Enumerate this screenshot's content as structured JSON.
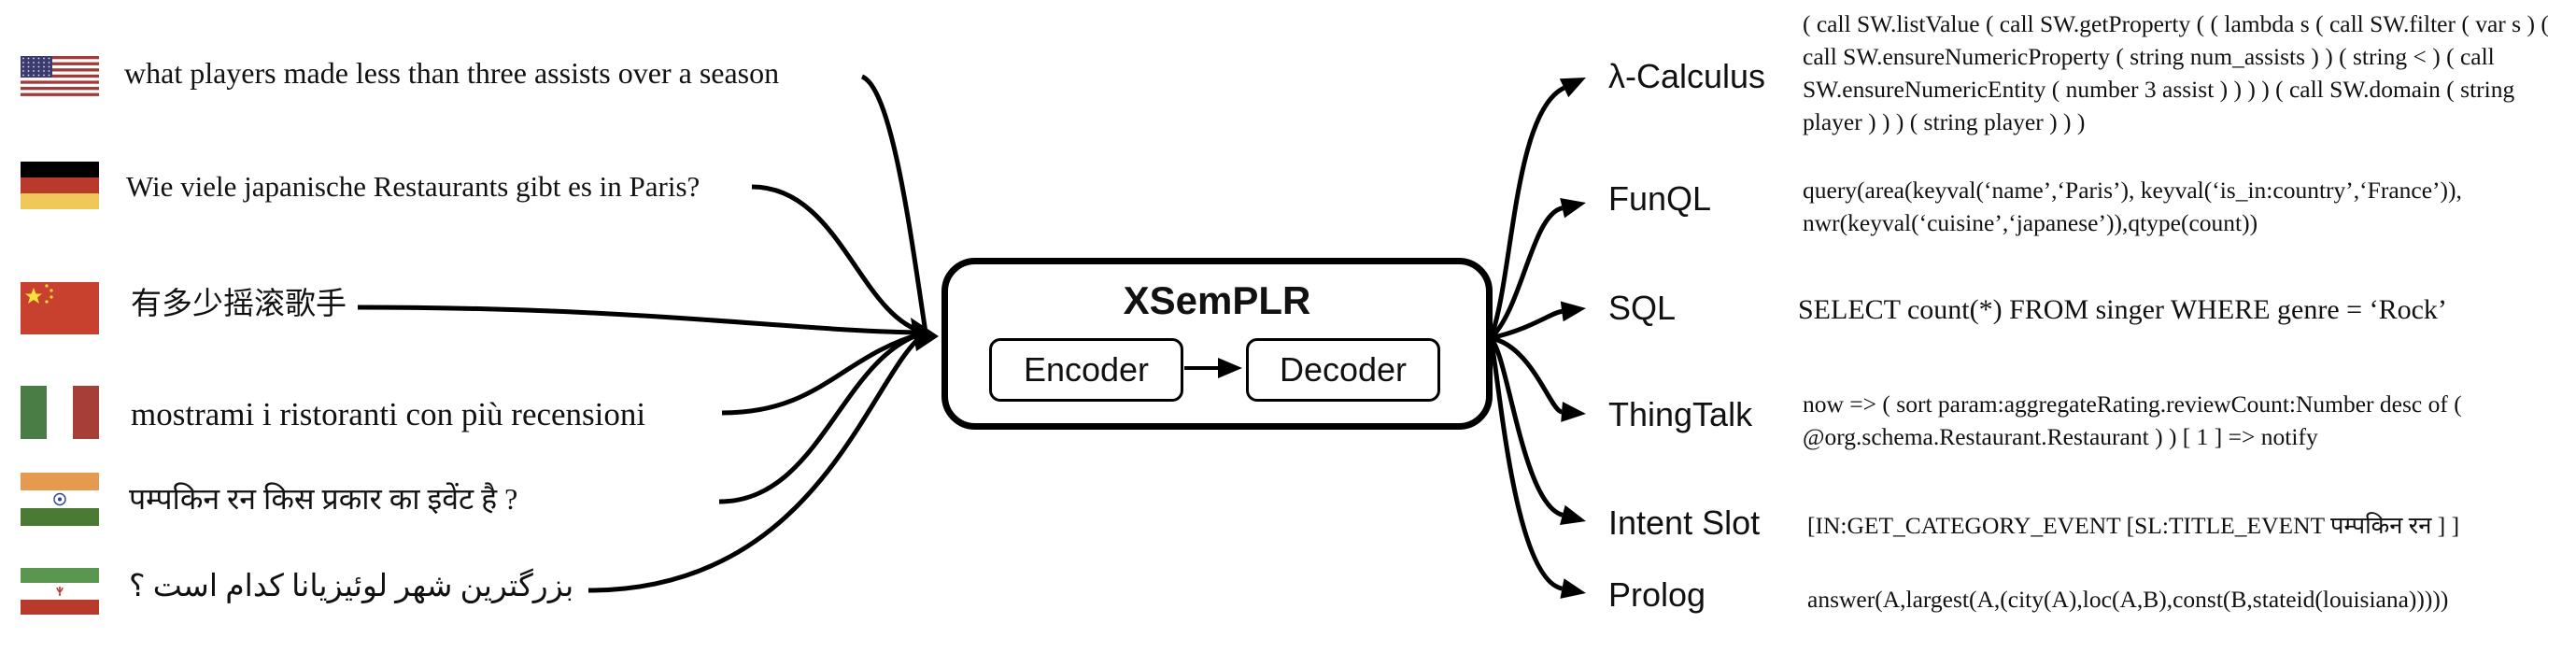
{
  "model": {
    "title": "XSemPLR",
    "encoder_label": "Encoder",
    "decoder_label": "Decoder"
  },
  "inputs": [
    {
      "language": "English",
      "flag_icon": "us-flag-icon",
      "text": "what players made less than three assists over a season"
    },
    {
      "language": "German",
      "flag_icon": "germany-flag-icon",
      "text": "Wie viele japanische Restaurants gibt es in Paris?"
    },
    {
      "language": "Chinese",
      "flag_icon": "china-flag-icon",
      "text": "有多少摇滚歌手"
    },
    {
      "language": "Italian",
      "flag_icon": "italy-flag-icon",
      "text": "mostrami i ristoranti con più recensioni"
    },
    {
      "language": "Hindi",
      "flag_icon": "india-flag-icon",
      "text": "पम्पकिन रन किस प्रकार का इवेंट है ?"
    },
    {
      "language": "Persian",
      "flag_icon": "iran-flag-icon",
      "text": "بزرگترین شهر لوئیزیانا کدام است ؟"
    }
  ],
  "outputs": [
    {
      "label": "λ-Calculus",
      "code": "( call SW.listValue ( call SW.getProperty ( ( lambda s ( call SW.filter ( var s ) ( call SW.ensureNumericProperty ( string num_assists ) ) ( string < ) ( call SW.ensureNumericEntity ( number 3 assist ) ) ) ) ( call SW.domain ( string player ) ) ) ( string player ) ) )"
    },
    {
      "label": "FunQL",
      "code": "query(area(keyval(‘name’,‘Paris’), keyval(‘is_in:country’,‘France’)), nwr(keyval(‘cuisine’,‘japanese’)),qtype(count))"
    },
    {
      "label": "SQL",
      "code": "SELECT count(*) FROM singer WHERE genre = ‘Rock’"
    },
    {
      "label": "ThingTalk",
      "code": "now => ( sort param:aggregateRating.reviewCount:Number desc of ( @org.schema.Restaurant.Restaurant ) ) [ 1 ] => notify"
    },
    {
      "label": "Intent Slot",
      "code": "[IN:GET_CATEGORY_EVENT [SL:TITLE_EVENT पम्पकिन रन ] ]"
    },
    {
      "label": "Prolog",
      "code": "answer(A,largest(A,(city(A),loc(A,B),const(B,stateid(louisiana)))))"
    }
  ],
  "colors": {
    "us_red": "#a33a3a",
    "us_blue": "#3c3b6e",
    "de_black": "#000000",
    "de_red": "#b83a2b",
    "de_gold": "#f0c85a",
    "cn_red": "#c8412f",
    "cn_star": "#f7e13a",
    "it_green": "#4a7d45",
    "it_red": "#a63f38",
    "in_saffron": "#e69a4f",
    "in_green": "#4a7a33",
    "in_chakra": "#2f3c9a",
    "ir_green": "#5a9650",
    "ir_red": "#b83a2b"
  }
}
